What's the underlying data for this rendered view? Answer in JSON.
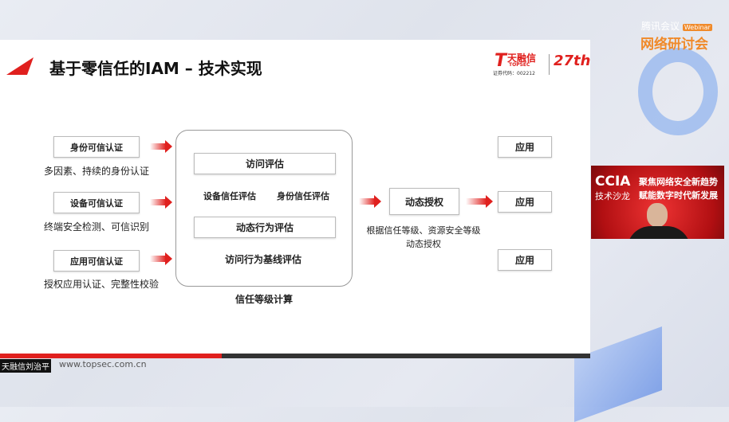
{
  "slide": {
    "title": "基于零信任的IAM – 技术实现",
    "logo": {
      "brand": "天融信",
      "brand_en": "TOPSEC",
      "stock_code": "证券代码：002212",
      "anniversary": "27th"
    },
    "left_items": [
      {
        "label": "身份可信认证",
        "desc": "多因素、持续的身份认证"
      },
      {
        "label": "设备可信认证",
        "desc": "终端安全检测、可信识别"
      },
      {
        "label": "应用可信认证",
        "desc": "授权应用认证、完整性校验"
      }
    ],
    "center": {
      "access_eval": "访问评估",
      "device_trust": "设备信任评估",
      "identity_trust": "身份信任评估",
      "dynamic_behavior": "动态行为评估",
      "baseline": "访问行为基线评估",
      "caption": "信任等级计算"
    },
    "auth": {
      "label": "动态授权",
      "caption_line1": "根据信任等级、资源安全等级",
      "caption_line2": "动态授权"
    },
    "apps": [
      "应用",
      "应用",
      "应用"
    ],
    "footer_url": "www.topsec.com.cn",
    "progress": 0.376
  },
  "speaker_name": "天融信刘治平",
  "meeting": {
    "brand": "腾讯会议",
    "tag": "Webinar",
    "subtitle": "网络研讨会"
  },
  "video": {
    "line1": "CCIA",
    "line2": "技术沙龙",
    "headline1": "聚焦网络安全新趋势",
    "headline2": "赋能数字时代新发展"
  },
  "colors": {
    "accent": "#e0201e",
    "orange": "#f08a2a"
  }
}
